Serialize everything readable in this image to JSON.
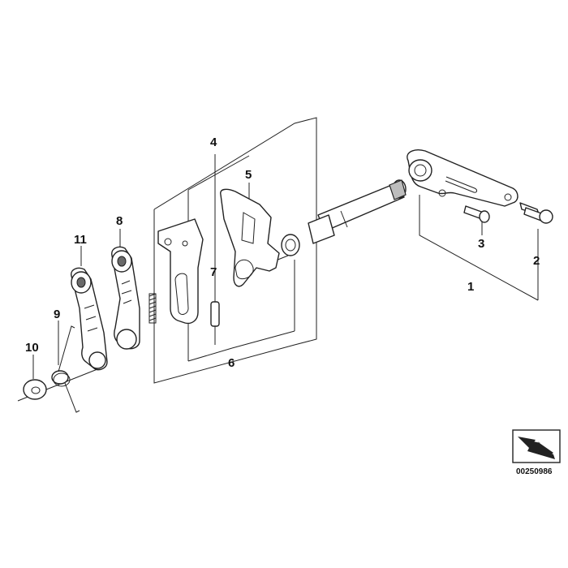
{
  "callouts": {
    "c1": "1",
    "c2": "2",
    "c3": "3",
    "c4": "4",
    "c5": "5",
    "c6": "6",
    "c7": "7",
    "c8": "8",
    "c9": "9",
    "c10": "10",
    "c11": "11"
  },
  "document_id": "00250986",
  "icon": "direction-arrow-icon"
}
